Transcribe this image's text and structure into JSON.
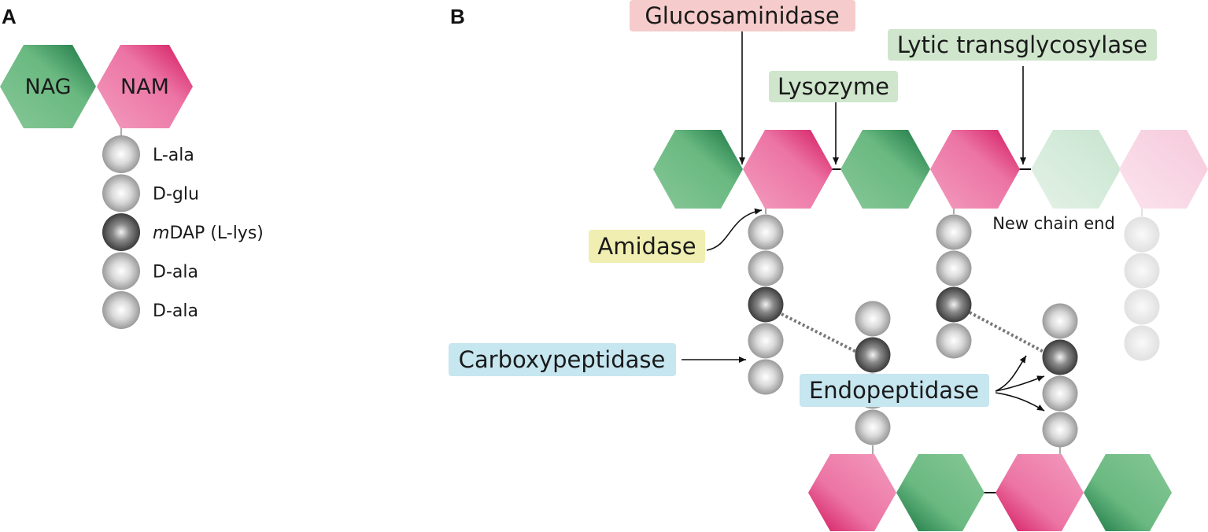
{
  "panel_a": {
    "letter": "A",
    "sugars": {
      "nag": "NAG",
      "nam": "NAM"
    },
    "residues": [
      {
        "prefix": "",
        "label": "L-ala",
        "kind": "light"
      },
      {
        "prefix": "",
        "label": "D-glu",
        "kind": "light"
      },
      {
        "prefix": "m",
        "label": "DAP (L-lys)",
        "kind": "dark"
      },
      {
        "prefix": "",
        "label": "D-ala",
        "kind": "light"
      },
      {
        "prefix": "",
        "label": "D-ala",
        "kind": "light"
      }
    ]
  },
  "panel_b": {
    "letter": "B",
    "enzymes": {
      "glucosaminidase": {
        "label": "Glucosaminidase",
        "color": "#f5cccb"
      },
      "lysozyme": {
        "label": "Lysozyme",
        "color": "#cfe6cd"
      },
      "lytic_transglycosylase": {
        "label": "Lytic transglycosylase",
        "color": "#cfe6cd"
      },
      "amidase": {
        "label": "Amidase",
        "color": "#f0eeb0"
      },
      "carboxypeptidase": {
        "label": "Carboxypeptidase",
        "color": "#c6e6f0"
      },
      "endopeptidase": {
        "label": "Endopeptidase",
        "color": "#c6e6f0"
      }
    },
    "new_chain_end": "New chain end"
  },
  "colors": {
    "nag_green": "#6cba83",
    "nag_green_dark": "#1a7640",
    "nam_pink": "#ec76a6",
    "nam_pink_dark": "#d4175e",
    "peptide_light": "#c8c8c8",
    "peptide_dark": "#5e5e5e"
  }
}
